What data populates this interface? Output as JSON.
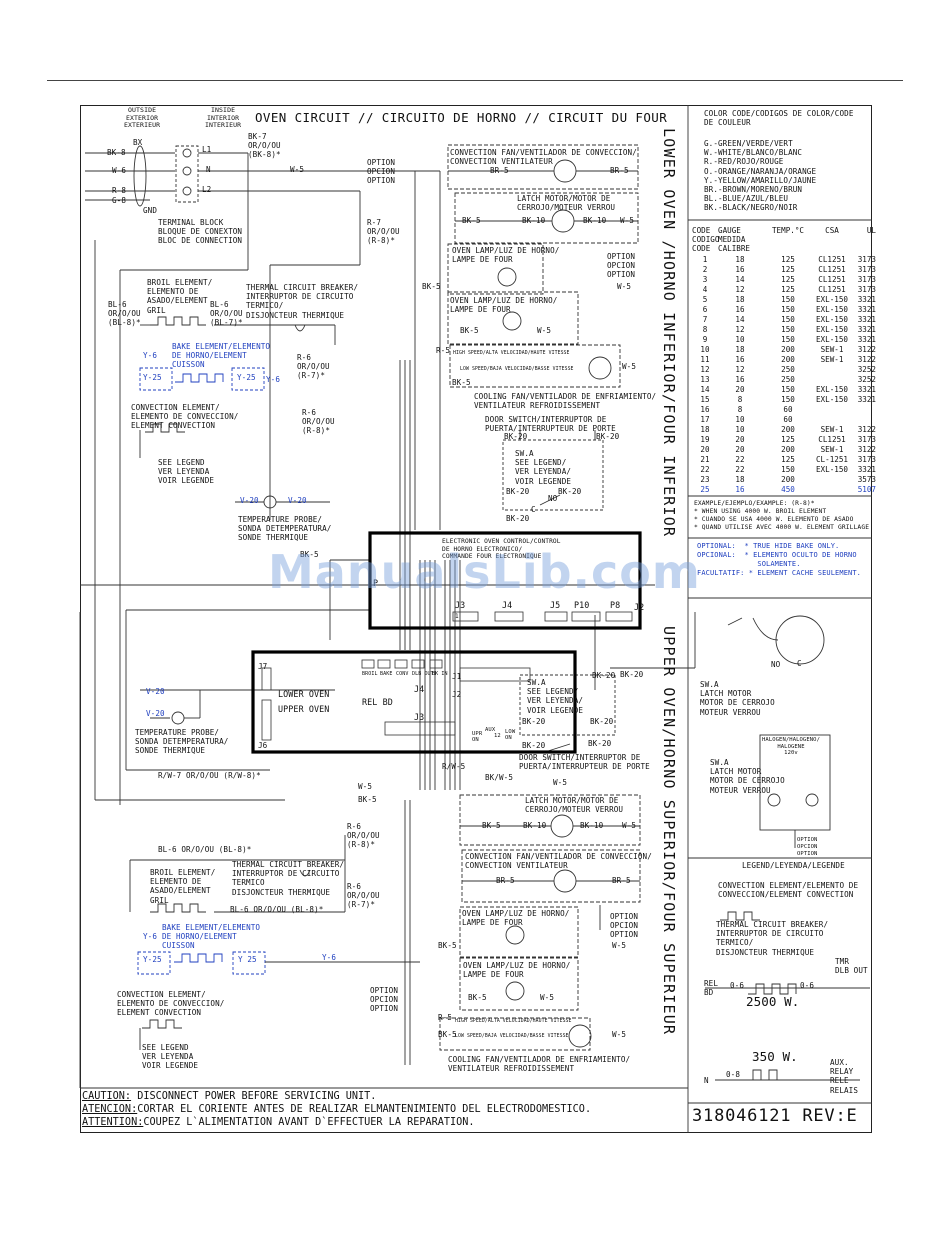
{
  "header": {
    "title": "OVEN CIRCUIT // CIRCUITO DE HORNO // CIRCUIT DU FOUR",
    "vertical_lower": "LOWER OVEN /HORNO INFERIOR/FOUR INFERIOR",
    "vertical_upper": "UPPER OVEN/HORNO SUPERIOR/FOUR SUPERIEUR",
    "outside": "OUTSIDE\nEXTERIOR\nEXTERIEUR",
    "inside": "INSIDE\nINTERIOR\nINTERIEUR"
  },
  "supply": {
    "bx": "BX",
    "bk8": "BK-8",
    "w6": "W-6",
    "r8": "R-8",
    "g8": "G-8",
    "gnd": "GND",
    "l1": "L1",
    "n": "N",
    "l2": "L2",
    "bk7": "BK-7\nOR/O/OU\n(BK-8)*",
    "w5": "W-5",
    "terminal_block": "TERMINAL BLOCK\nBLOQUE DE CONEXTON\nBLOC DE CONNECTION",
    "r7": "R-7\nOR/O/OU\n(R-8)*"
  },
  "lower_oven": {
    "option1": "OPTION\nOPCION\nOPTION",
    "conv_fan": "CONVECTION FAN/VENTILADOR DE CONVECCION/\nCONVECTION VENTILATEUR",
    "br5_l": "BR-5",
    "br5_r": "BR-5",
    "latch": "LATCH MOTOR/MOTOR DE\nCERROJO/MOTEUR VERROU",
    "bk5": "BK-5",
    "bk10a": "BK-10",
    "bk10b": "BK-10",
    "w5": "W-5",
    "lamp1": "OVEN LAMP/LUZ DE HORNO/\nLAMPE DE FOUR",
    "option2": "OPTION\nOPCION\nOPTION",
    "w5b": "W-5",
    "bk5b": "BK-5",
    "lamp2": "OVEN LAMP/LUZ DE HORNO/\nLAMPE DE FOUR",
    "bk5c": "BK-5",
    "w5c": "W-5",
    "broil": "BROIL ELEMENT/\nELEMENTO DE\nASADO/ELEMENT\nGRIL",
    "bl6a": "BL-6\nOR/O/OU\n(BL-8)*",
    "bl6b": "BL-6\nOR/O/OU\n(BL-7)*",
    "tcb": "THERMAL CIRCUIT BREAKER/\nINTERRUPTOR DE CIRCUITO\nTERMICO/\nDISJONCTEUR THERMIQUE",
    "bake": "BAKE ELEMENT/ELEMENTO\nDE HORNO/ELEMENT\nCUISSON",
    "y6a": "Y-6",
    "y6b": "Y-6",
    "y25a": "Y-25",
    "y25b": "Y-25",
    "r6a": "R-6\nOR/O/OU\n(R-7)*",
    "r6b": "R-6\nOR/O/OU\n(R-8)*",
    "r5": "R-5",
    "bk5d": "BK-5",
    "hs": "HIGH SPEED/ALTA VELOCIDAD/HAUTE VITESSE",
    "ls": "LOW SPEED/BAJA VELOCIDAD/BASSE VITESSE",
    "w5d": "W-5",
    "cool_fan": "COOLING FAN/VENTILADOR DE ENFRIAMIENTO/\nVENTILATEUR REFROIDISSEMENT",
    "conv_elem": "CONVECTION ELEMENT/\nELEMENTO DE CONVECCION/\nELEMENT CONVECTION",
    "see_legend": "SEE LEGEND\nVER LEYENDA\nVOIR LEGENDE",
    "door_sw": "DOOR SWITCH/INTERRUPTOR DE\nPUERTA/INTERRUPTEUR DE PORTE",
    "bk20a": "BK-20",
    "bk20b": "BK-20",
    "swa": "SW.A\nSEE LEGEND/\nVER LEYENDA/\nVOIR LEGENDE",
    "bk20c": "BK-20",
    "bk20d": "BK-20",
    "bk20e": "BK-20",
    "c": "C",
    "no": "NO",
    "v20a": "V-20",
    "v20b": "V-20",
    "probe": "TEMPERATURE PROBE/\nSONDA DETEMPERATURA/\nSONDE THERMIQUE",
    "bk5e": "BK-5"
  },
  "control": {
    "label": "ELECTRONIC OVEN CONTROL/CONTROL\nDE HORNO ELECTRONICO/\nCOMMANDE FOUR ELECTRONIQUE",
    "j3": "J3",
    "j4": "J4",
    "j5": "J5",
    "p10": "P10",
    "p8": "P8",
    "j2": "J2",
    "p": "P",
    "one": "1",
    "relay_labels": [
      "BROIL",
      "BAKE",
      "CONV",
      "DLB OUT",
      "BK IN"
    ],
    "lower_oven": "LOWER OVEN",
    "upper_oven": "UPPER OVEN",
    "rel_bd": "REL BD",
    "j7": "J7",
    "j6": "J6",
    "j4b": "J4",
    "j3b": "J3",
    "j2b": "J2",
    "j1": "J1",
    "aux": "AUX",
    "upr_on": "UPR\nON",
    "lo_on": "LOW\nON",
    "twelve": "12",
    "bk20": "BK-20"
  },
  "upper_oven": {
    "v20a": "V-20",
    "v20b": "V-20",
    "probe": "TEMPERATURE PROBE/\nSONDA DETEMPERATURA/\nSONDE THERMIQUE",
    "rw7": "R/W-7 OR/O/OU (R/W-8)*",
    "rw5": "R/W-5",
    "bkw5": "BK/W-5",
    "w5": "W-5",
    "bk5": "BK-5",
    "swa": "SW.A\nSEE LEGEND/\nVER LEYENDA/\nVOIR LEGENDE",
    "bk20a": "BK-20",
    "bk20b": "BK-20",
    "bk20c": "BK-20",
    "bk20d": "BK-20",
    "door_sw": "DOOR SWITCH/INTERRUPTOR DE\nPUERTA/INTERRUPTEUR DE PORTE",
    "w5b": "W-5",
    "latch": "LATCH MOTOR/MOTOR DE\nCERROJO/MOTEUR VERROU",
    "bk5b": "BK-5",
    "bk10a": "BK-10",
    "bk10b": "BK-10",
    "w5c": "W-5",
    "r6a": "R-6\nOR/O/OU\n(R-8)*",
    "bl6": "BL-6 OR/O/OU (BL-8)*",
    "conv_fan": "CONVECTION FAN/VENTILADOR DE CONVECCION/\nCONVECTION VENTILATEUR",
    "br5a": "BR-5",
    "br5b": "BR-5",
    "broil": "BROIL ELEMENT/\nELEMENTO DE\nASADO/ELEMENT\nGRIL",
    "tcb": "THERMAL CIRCUIT BREAKER/\nINTERRUPTOR DE CIRCUITO\nTERMICO\nDISJONCTEUR THERMIQUE",
    "r6b": "R-6\nOR/O/OU\n(R-7)*",
    "bl6b": "BL-6 OR/O/OU (BL-8)*",
    "bake": "BAKE ELEMENT/ELEMENTO\nDE HORNO/ELEMENT\nCUISSON",
    "y6a": "Y-6",
    "y6b": "Y-6",
    "y25a": "Y-25",
    "y25b": "Y 25",
    "lamp1": "OVEN LAMP/LUZ DE HORNO/\nLAMPE DE FOUR",
    "option1": "OPTION\nOPCION\nOPTION",
    "w5d": "W-5",
    "bk5c": "BK-5",
    "lamp2": "OVEN LAMP/LUZ DE HORNO/\nLAMPE DE FOUR",
    "bk5d": "BK-5",
    "w5e": "W-5",
    "option2": "OPTION\nOPCION\nOPTION",
    "conv_elem": "CONVECTION ELEMENT/\nELEMENTO DE CONVECCION/\nELEMENT CONVECTION",
    "see_legend": "SEE LEGEND\nVER LEYENDA\nVOIR LEGENDE",
    "r5": "R-5",
    "hs": "HIGH SPEED/ALTA VELOCIDAD/HAUTE VITESSE",
    "bk5e": "BK-5",
    "ls": "LOW SPEED/BAJA VELOCIDAD/BASSE VITESSE",
    "w5f": "W-5",
    "cool_fan": "COOLING FAN/VENTILADOR DE ENFRIAMIENTO/\nVENTILATEUR REFROIDISSEMENT"
  },
  "right_panel": {
    "color_title": "COLOR CODE/CODIGOS DE COLOR/CODE\nDE COULEUR",
    "colors": "G.-GREEN/VERDE/VERT\nW.-WHITE/BLANCO/BLANC\nR.-RED/ROJO/ROUGE\nO.-ORANGE/NARANJA/ORANGE\nY.-YELLOW/AMARILLO/JAUNE\nBR.-BROWN/MORENO/BRUN\nBL.-BLUE/AZUL/BLEU\nBK.-BLACK/NEGRO/NOIR",
    "gauge_head": [
      "CODE\nCODIGO\nCODE",
      "GAUGE\nMEDIDA\nCALIBRE",
      "TEMP.°C",
      "CSA",
      "UL"
    ],
    "gauge_rows": [
      [
        "1",
        "18",
        "125",
        "CL1251",
        "3173"
      ],
      [
        "2",
        "16",
        "125",
        "CL1251",
        "3173"
      ],
      [
        "3",
        "14",
        "125",
        "CL1251",
        "3173"
      ],
      [
        "4",
        "12",
        "125",
        "CL1251",
        "3173"
      ],
      [
        "5",
        "18",
        "150",
        "EXL-150",
        "3321"
      ],
      [
        "6",
        "16",
        "150",
        "EXL-150",
        "3321"
      ],
      [
        "7",
        "14",
        "150",
        "EXL-150",
        "3321"
      ],
      [
        "8",
        "12",
        "150",
        "EXL-150",
        "3321"
      ],
      [
        "9",
        "10",
        "150",
        "EXL-150",
        "3321"
      ],
      [
        "10",
        "18",
        "200",
        "SEW-1",
        "3122"
      ],
      [
        "11",
        "16",
        "200",
        "SEW-1",
        "3122"
      ],
      [
        "12",
        "12",
        "250",
        "",
        "3252"
      ],
      [
        "13",
        "16",
        "250",
        "",
        "3252"
      ],
      [
        "14",
        "20",
        "150",
        "EXL-150",
        "3321"
      ],
      [
        "15",
        "8",
        "150",
        "EXL-150",
        "3321"
      ],
      [
        "16",
        "8",
        "60",
        "",
        ""
      ],
      [
        "17",
        "10",
        "60",
        "",
        ""
      ],
      [
        "18",
        "10",
        "200",
        "SEW-1",
        "3122"
      ],
      [
        "19",
        "20",
        "125",
        "CL1251",
        "3173"
      ],
      [
        "20",
        "20",
        "200",
        "SEW-1",
        "3122"
      ],
      [
        "21",
        "22",
        "125",
        "CL-1251",
        "3173"
      ],
      [
        "22",
        "22",
        "150",
        "EXL-150",
        "3321"
      ],
      [
        "23",
        "18",
        "200",
        "",
        "3573"
      ],
      [
        "25",
        "16",
        "450",
        "",
        "5107"
      ]
    ],
    "example": "EXAMPLE/EJEMPLO/EXAMPLE: (R-8)*\n* WHEN USING 4000 W. BROIL ELEMENT\n* CUANDO SE USA 4000 W. ELEMENTO DE ASADO\n* QUAND UTILISE AVEC 4000 W. ELEMENT GRILLAGE",
    "optional": "OPTIONAL:  * TRUE HIDE BAKE ONLY.\nOPCIONAL:  * ELEMENTO OCULTO DE HORNO\n              SOLAMENTE.\nFACULTATIF: * ELEMENT CACHE SEULEMENT.",
    "latch_no": "NO",
    "latch_c": "C",
    "swa1": "SW.A\nLATCH MOTOR\nMOTOR DE CERROJO\nMOTEUR VERROU",
    "halogen": "HALOGEN/HALOGENO/\nHALOGENE\n120v",
    "swa2": "SW.A\nLATCH MOTOR\nMOTOR DE CERROJO\nMOTEUR VERROU",
    "option": "OPTION\nOPCION\nOPTION",
    "legend_title": "LEGEND/LEYENDA/LEGENDE",
    "conv_elem": "CONVECTION ELEMENT/ELEMENTO DE\nCONVECCION/ELEMENT CONVECTION",
    "tcb": "THERMAL CIRCUIT BREAKER/\nINTERRUPTOR DE CIRCUITO\nTERMICO/\nDISJONCTEUR THERMIQUE",
    "tmr": "TMR\nDLB OUT",
    "rel_bd": "REL\nBD",
    "o6a": "0-6",
    "o6b": "0-6",
    "watt2500": "2500 W.",
    "watt350": "350 W.",
    "n": "N",
    "o8": "0-8",
    "aux": "AUX.\nRELAY\nRELE\nRELAIS"
  },
  "footer": {
    "caution_k": "CAUTION:",
    "caution_v": " DISCONNECT POWER BEFORE SERVICING UNIT.",
    "atencion_k": "ATENCION:",
    "atencion_v": "CORTAR EL CORIENTE ANTES DE REALIZAR ELMANTENIMIENTO DEL ELECTRODOMESTICO.",
    "attention_k": "ATTENTION:",
    "attention_v": "COUPEZ L`ALIMENTATION AVANT D`EFFECTUER LA REPARATION.",
    "part_no": "318046121 REV:E"
  },
  "watermark": "ManualsLib.com",
  "colors": {
    "ink": "#111111",
    "blue": "#1f3fbf",
    "watermark": "#78a0dc"
  }
}
